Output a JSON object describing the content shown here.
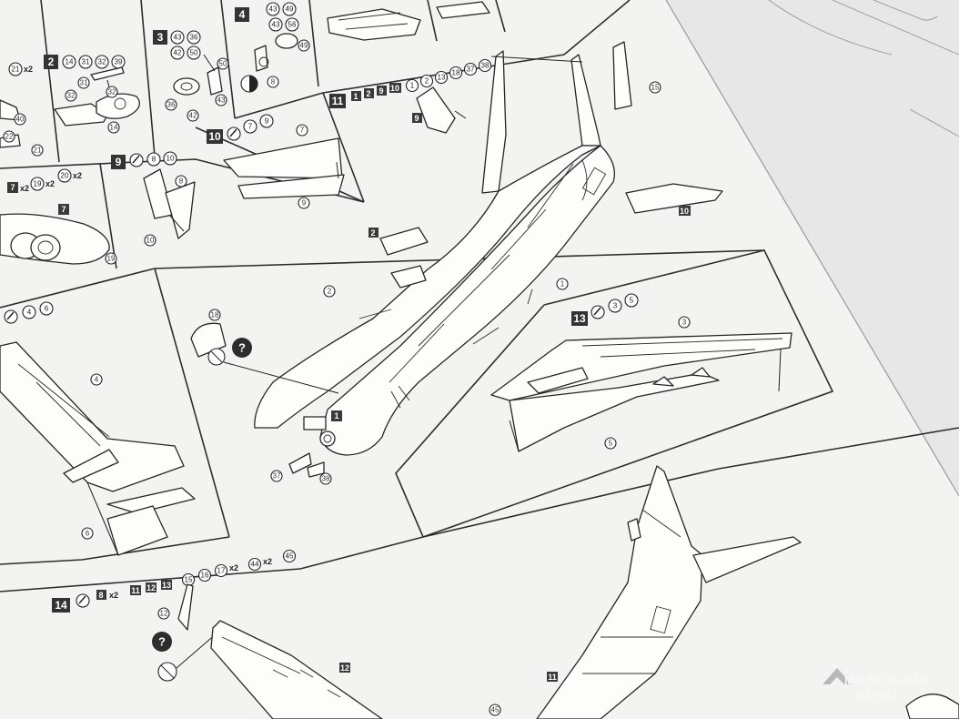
{
  "steps": [
    {
      "id": "s2",
      "num": "2",
      "parts": [
        {
          "t": "c",
          "v": "14"
        },
        {
          "t": "c",
          "v": "31"
        },
        {
          "t": "c",
          "v": "32"
        },
        {
          "t": "c",
          "v": "39"
        }
      ]
    },
    {
      "id": "s3",
      "num": "3",
      "parts": [
        {
          "t": "c",
          "v": "43"
        },
        {
          "t": "c",
          "v": "36"
        },
        {
          "t": "c",
          "v": "42"
        },
        {
          "t": "c",
          "v": "50"
        }
      ]
    },
    {
      "id": "s4",
      "num": "4",
      "parts": [
        {
          "t": "c",
          "v": "43"
        },
        {
          "t": "c",
          "v": "49"
        },
        {
          "t": "c",
          "v": "43"
        },
        {
          "t": "c",
          "v": "56"
        }
      ]
    },
    {
      "id": "s9",
      "num": "9",
      "parts": [
        {
          "t": "glue",
          "v": ""
        },
        {
          "t": "c",
          "v": "8"
        },
        {
          "t": "c",
          "v": "10"
        }
      ]
    },
    {
      "id": "s10",
      "num": "10",
      "parts": [
        {
          "t": "glue",
          "v": ""
        },
        {
          "t": "c",
          "v": "7"
        },
        {
          "t": "c",
          "v": "9"
        }
      ]
    },
    {
      "id": "s11",
      "num": "11",
      "parts": [
        {
          "t": "b",
          "v": "1"
        },
        {
          "t": "b",
          "v": "2"
        },
        {
          "t": "b",
          "v": "9"
        },
        {
          "t": "b",
          "v": "10"
        },
        {
          "t": "c",
          "v": "1"
        },
        {
          "t": "c",
          "v": "2"
        },
        {
          "t": "c",
          "v": "13"
        },
        {
          "t": "c",
          "v": "18"
        },
        {
          "t": "c",
          "v": "37"
        },
        {
          "t": "c",
          "v": "38"
        }
      ]
    },
    {
      "id": "s13",
      "num": "13",
      "parts": [
        {
          "t": "glue",
          "v": ""
        },
        {
          "t": "c",
          "v": "3"
        },
        {
          "t": "c",
          "v": "5"
        }
      ]
    },
    {
      "id": "s14",
      "num": "14",
      "parts": [
        {
          "t": "glue",
          "v": ""
        },
        {
          "t": "b",
          "v": "8"
        },
        {
          "t": "x",
          "v": "x2"
        },
        {
          "t": "b",
          "v": "11"
        },
        {
          "t": "b",
          "v": "12"
        },
        {
          "t": "b",
          "v": "13"
        },
        {
          "t": "c",
          "v": "15"
        },
        {
          "t": "c",
          "v": "16"
        },
        {
          "t": "c",
          "v": "17"
        },
        {
          "t": "x",
          "v": "x2"
        },
        {
          "t": "c",
          "v": "44"
        },
        {
          "t": "x",
          "v": "x2"
        },
        {
          "t": "c",
          "v": "45"
        }
      ]
    }
  ],
  "partial_rows": [
    {
      "id": "row-top-left",
      "items": [
        {
          "t": "c",
          "v": "21"
        },
        {
          "t": "x",
          "v": "x2"
        }
      ]
    },
    {
      "id": "row-engine",
      "items": [
        {
          "t": "b",
          "v": "7"
        },
        {
          "t": "x",
          "v": "x2"
        },
        {
          "t": "c",
          "v": "19"
        },
        {
          "t": "x",
          "v": "x2"
        },
        {
          "t": "c",
          "v": "20"
        },
        {
          "t": "x",
          "v": "x2"
        }
      ]
    },
    {
      "id": "row-tail",
      "items": [
        {
          "t": "glue",
          "v": ""
        },
        {
          "t": "c",
          "v": "4"
        },
        {
          "t": "c",
          "v": "6"
        }
      ]
    }
  ],
  "callouts": [
    {
      "id": "c40",
      "v": "40"
    },
    {
      "id": "c22",
      "v": "22"
    },
    {
      "id": "c21",
      "v": "21"
    },
    {
      "id": "c31",
      "v": "31"
    },
    {
      "id": "c32a",
      "v": "32"
    },
    {
      "id": "c32b",
      "v": "32"
    },
    {
      "id": "c14",
      "v": "14"
    },
    {
      "id": "c36",
      "v": "36"
    },
    {
      "id": "c42",
      "v": "42"
    },
    {
      "id": "c43",
      "v": "43"
    },
    {
      "id": "c50",
      "v": "50"
    },
    {
      "id": "c49",
      "v": "49"
    },
    {
      "id": "c8",
      "v": "8"
    },
    {
      "id": "c10",
      "v": "10"
    },
    {
      "id": "c7",
      "v": "7"
    },
    {
      "id": "c9",
      "v": "9"
    },
    {
      "id": "c19",
      "v": "19"
    },
    {
      "id": "c15",
      "v": "15"
    },
    {
      "id": "c2",
      "v": "2"
    },
    {
      "id": "c1",
      "v": "1"
    },
    {
      "id": "c18",
      "v": "18"
    },
    {
      "id": "c37",
      "v": "37"
    },
    {
      "id": "c38",
      "v": "38"
    },
    {
      "id": "c4",
      "v": "4"
    },
    {
      "id": "c6",
      "v": "6"
    },
    {
      "id": "c3",
      "v": "3"
    },
    {
      "id": "c5",
      "v": "5"
    },
    {
      "id": "c12",
      "v": "12"
    },
    {
      "id": "c45",
      "v": "45"
    }
  ],
  "part_labels": [
    {
      "id": "b7",
      "v": "7"
    },
    {
      "id": "b9",
      "v": "9"
    },
    {
      "id": "b10",
      "v": "10"
    },
    {
      "id": "b2",
      "v": "2"
    },
    {
      "id": "b1",
      "v": "1"
    },
    {
      "id": "b12",
      "v": "12"
    },
    {
      "id": "b11",
      "v": "11"
    }
  ],
  "question_mark": "?",
  "watermark": {
    "line1": "МОДЕЛЬНАЯ",
    "line2": "ЛАВКА"
  }
}
